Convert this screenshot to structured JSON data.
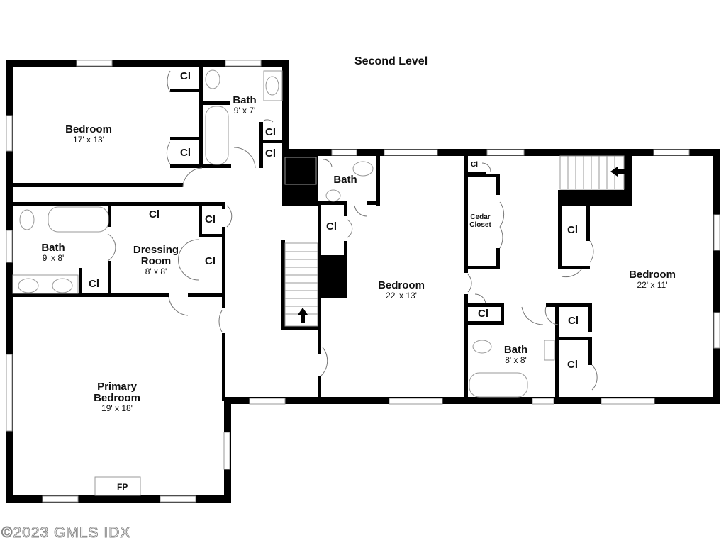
{
  "title": "Second Level",
  "copyright": "©2023 GMLS IDX",
  "rooms": {
    "bedroom_nw": {
      "name": "Bedroom",
      "dim": "17' x 13'"
    },
    "bath_n": {
      "name": "Bath",
      "dim": "9' x 7'"
    },
    "bath_w": {
      "name": "Bath",
      "dim": "9' x 8'"
    },
    "dressing": {
      "name": "Dressing Room",
      "name1": "Dressing",
      "name2": "Room",
      "dim": "8' x 8'"
    },
    "primary": {
      "name1": "Primary",
      "name2": "Bedroom",
      "dim": "19' x 18'"
    },
    "bath_c": {
      "name": "Bath"
    },
    "bedroom_c": {
      "name": "Bedroom",
      "dim": "22' x 13'"
    },
    "cedar": {
      "name1": "Cedar",
      "name2": "Closet"
    },
    "bath_e": {
      "name": "Bath",
      "dim": "8' x 8'"
    },
    "bedroom_e": {
      "name": "Bedroom",
      "dim": "22' x 11'"
    }
  },
  "closet_label": "Cl",
  "fireplace_label": "FP"
}
